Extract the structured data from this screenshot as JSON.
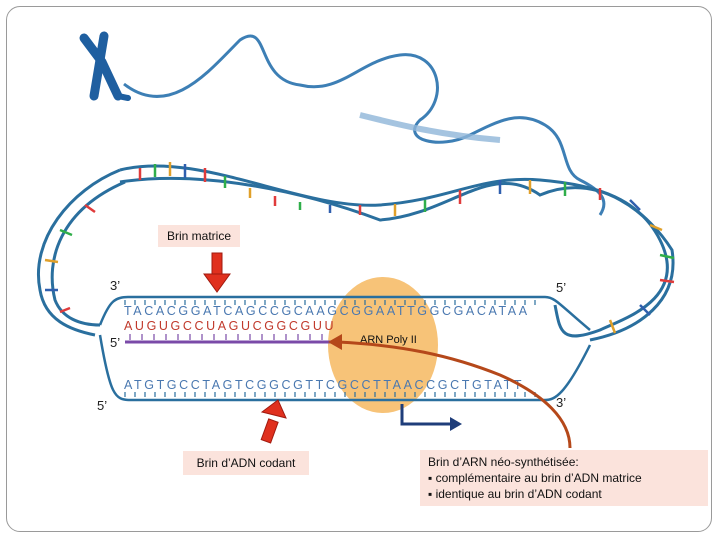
{
  "labels": {
    "brin_matrice": "Brin matrice",
    "brin_codant": "Brin d’ADN codant",
    "arn_poly": "ARN Poly II",
    "arn_title": "Brin d’ARN néo-synthétisée:",
    "arn_line1": "▪ complémentaire au brin d’ADN matrice",
    "arn_line2": "▪ identique au brin d’ADN codant"
  },
  "strands": {
    "top_sequence": "TACACGGATCAGCCGCAAGCGGAATTGGCGACATAA",
    "rna_sequence": "AUGUGCCUAGUCGGCGUU",
    "bottom_sequence": "ATGTGCCTAGTCGGCGTTCGCCTTAACCGCTGTATT",
    "top_left_end": "3’",
    "top_right_end": "5’",
    "rna_end": "5’",
    "bottom_left_end": "5’",
    "bottom_right_end": "3’"
  },
  "colors": {
    "dna_blue": "#2a6f9e",
    "sequence_blue": "#4a78b0",
    "rna_red": "#c0392b",
    "rna_strand": "#7a4aa8",
    "polymerase": "#f6b860",
    "arrow_red": "#e0301e",
    "arrow_brown": "#b5481a",
    "direction_arrow": "#1f3d7a",
    "label_bg": "#fbe3dc"
  }
}
